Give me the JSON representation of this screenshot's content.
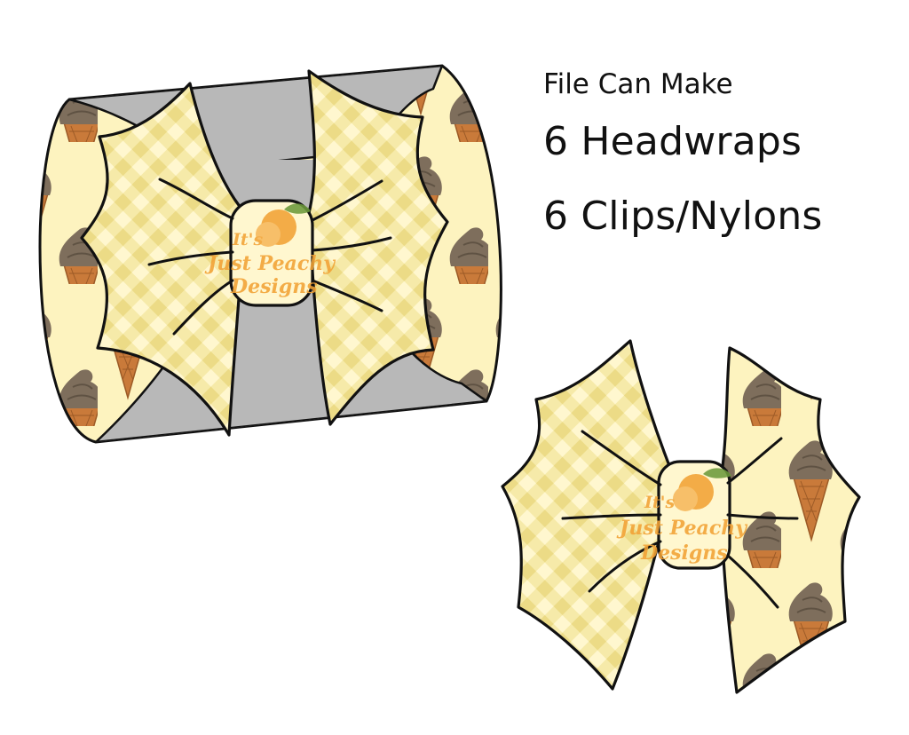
{
  "info": {
    "title": "File Can Make",
    "line1": "6 Headwraps",
    "line2": "6 Clips/Nylons"
  },
  "watermark": {
    "line1": "It's",
    "line2": "Just Peachy",
    "line3": "Designs"
  },
  "colors": {
    "cream": "#fdf3bf",
    "gingham_light": "#fff7cf",
    "gingham_band": "#f6e9a6",
    "gingham_cross": "#ecdb86",
    "band_gray": "#b8b8b8",
    "outline": "#111111",
    "cone": "#c97a3a",
    "cone_dark": "#9c5a26",
    "swirl": "#7e6e5c",
    "watermark_orange": "#f2a235"
  },
  "icons": [
    "headwrap-bow-illustration",
    "clip-bow-illustration",
    "ice-cream-cone-icon",
    "peach-logo-icon"
  ]
}
